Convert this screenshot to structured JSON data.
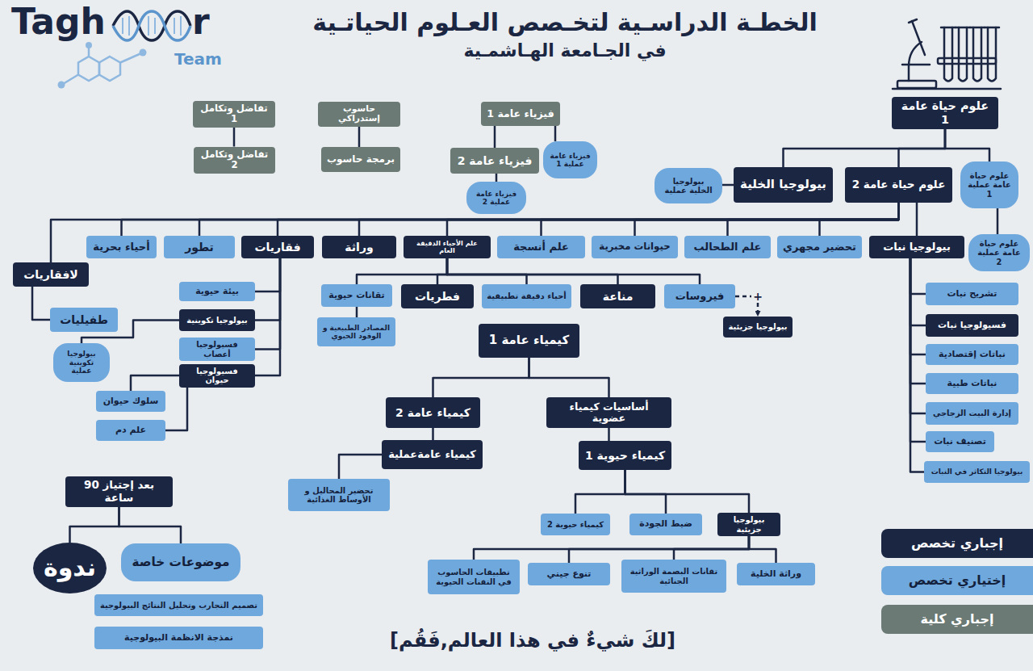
{
  "diagram": {
    "title": "الخطـة الدراسـية لتخـصص العـلوم الحياتـية",
    "caption": "[لكَ شيءٌ في هذا العالم,فَقُم]",
    "nodes": [
      {
        "text": [
          "علوم حياة عامة 1"
        ]
      },
      {
        "text": [
          "علوم حياة عامة 2"
        ]
      },
      {
        "text": [
          "علوم حياة عامة عملية 1"
        ]
      },
      {
        "text": [
          "بيولوجيا الخلية"
        ]
      },
      {
        "text": [
          "بيولوجيا الخلية عملية"
        ]
      },
      {
        "text": [
          "بيولوجيا نبات"
        ]
      },
      {
        "text": [
          "علوم حياة عامة عملية 2"
        ]
      },
      {
        "text": [
          "تحضير مجهري"
        ]
      },
      {
        "text": [
          "علم الطحالب"
        ]
      },
      {
        "text": [
          "حيوانات مخبرية"
        ]
      },
      {
        "text": [
          "علم أنسجة"
        ]
      },
      {
        "text": [
          "علم الأحياء الدقيقة العام"
        ]
      },
      {
        "text": [
          "وراثة"
        ]
      },
      {
        "text": [
          "فقاريات"
        ]
      },
      {
        "text": [
          "تطور"
        ]
      },
      {
        "text": [
          "أحياء بحرية"
        ]
      },
      {
        "text": [
          "لافقاريات"
        ]
      },
      {
        "text": [
          "طفيليات"
        ]
      },
      {
        "text": [
          "بيئة حيوية"
        ]
      },
      {
        "text": [
          "بيولوجيا تكوينية"
        ]
      },
      {
        "text": [
          "فسيولوجيا أعصاب"
        ]
      },
      {
        "text": [
          "فسيولوجيا حيوان"
        ]
      },
      {
        "text": [
          "بيولوجيا تكوينية عملية"
        ]
      },
      {
        "text": [
          "سلوك حيوان"
        ]
      },
      {
        "text": [
          "علم دم"
        ]
      },
      {
        "text": [
          "تقانات حيوية"
        ]
      },
      {
        "text": [
          "المصادر الطبيعية و الوقود الحيوي"
        ]
      },
      {
        "text": [
          "فطريات"
        ]
      },
      {
        "text": [
          "أحياء دقيقة تطبيقية"
        ]
      },
      {
        "text": [
          "مناعة"
        ]
      },
      {
        "text": [
          "فيروسات"
        ]
      },
      {
        "text": [
          "بيولوجيا جزيئية"
        ]
      },
      {
        "text": [
          "كيمياء عامة 1"
        ]
      },
      {
        "text": [
          "كيمياء عامة 2"
        ]
      },
      {
        "text": [
          "أساسيات كيمياء عضوية"
        ]
      },
      {
        "text": [
          "كيمياء عامةعملية"
        ]
      },
      {
        "text": [
          "تحضير المحاليل و الأوساط الغذائية"
        ]
      },
      {
        "text": [
          "كيمياء حيوية 1"
        ]
      },
      {
        "text": [
          "بيولوجيا جزيئية"
        ]
      },
      {
        "text": [
          "ضبط الجودة"
        ]
      },
      {
        "text": [
          "كيمياء حيوية 2"
        ]
      },
      {
        "text": [
          "وراثة الخلية"
        ]
      },
      {
        "text": [
          "تقانات البصمة الوراثية الجنائية"
        ]
      },
      {
        "text": [
          "تنوع جيني"
        ]
      },
      {
        "text": [
          "تطبيقات الحاسوب في التقنات الحيوية"
        ]
      },
      {
        "text": [
          "تشريح نبات"
        ]
      },
      {
        "text": [
          "فسيولوجيا نبات"
        ]
      },
      {
        "text": [
          "نباتات إقتصادية"
        ]
      },
      {
        "text": [
          "نباتات طبية"
        ]
      },
      {
        "text": [
          "إدارة البيت الزجاجي"
        ]
      },
      {
        "text": [
          "تصنيف نبات"
        ]
      },
      {
        "text": [
          "بيولوجيا التكاثر في النبات"
        ]
      },
      {
        "text": [
          "فيزياء عامة 1"
        ]
      },
      {
        "text": [
          "فيزياء عامة 2"
        ]
      },
      {
        "text": [
          "فيزياء عامة عملية 1"
        ]
      },
      {
        "text": [
          "فيزياء عامة عملية 2"
        ]
      },
      {
        "text": [
          "حاسوب إستدراكي"
        ]
      },
      {
        "text": [
          "برمجة حاسوب"
        ]
      },
      {
        "text": [
          "تفاضل وتكامل 1"
        ]
      },
      {
        "text": [
          "تفاضل وتكامل 2"
        ]
      },
      {
        "text": [
          "بعد إجتياز 90 ساعة"
        ]
      },
      {
        "text": [
          "ندوة"
        ]
      },
      {
        "text": [
          "موضوعات خاصة"
        ]
      },
      {
        "text": [
          "تصميم التجارب وتحليل النتائج البيولوجية"
        ]
      },
      {
        "text": [
          "نمذجة الانظمة البيولوجية"
        ]
      }
    ],
    "edges": [
      {
        "from": 0,
        "to": 1,
        "arrow": "none"
      },
      {
        "from": 0,
        "to": 3,
        "arrow": "none"
      },
      {
        "from": 0,
        "to": 2,
        "arrow": "none"
      },
      {
        "from": 3,
        "to": 4,
        "arrow": "none"
      },
      {
        "from": 2,
        "to": 6,
        "arrow": "none"
      },
      {
        "from": 1,
        "to": 5,
        "arrow": "none"
      },
      {
        "from": 1,
        "to": 7,
        "arrow": "none"
      },
      {
        "from": 1,
        "to": 8,
        "arrow": "none"
      },
      {
        "from": 1,
        "to": 9,
        "arrow": "none"
      },
      {
        "from": 1,
        "to": 10,
        "arrow": "none"
      },
      {
        "from": 1,
        "to": 11,
        "arrow": "none"
      },
      {
        "from": 1,
        "to": 12,
        "arrow": "none"
      },
      {
        "from": 1,
        "to": 13,
        "arrow": "none"
      },
      {
        "from": 1,
        "to": 14,
        "arrow": "none"
      },
      {
        "from": 1,
        "to": 15,
        "arrow": "none"
      },
      {
        "from": 1,
        "to": 16,
        "arrow": "none"
      },
      {
        "from": 5,
        "to": 45,
        "arrow": "none"
      },
      {
        "from": 5,
        "to": 46,
        "arrow": "none"
      },
      {
        "from": 5,
        "to": 47,
        "arrow": "none"
      },
      {
        "from": 5,
        "to": 48,
        "arrow": "none"
      },
      {
        "from": 5,
        "to": 49,
        "arrow": "none"
      },
      {
        "from": 5,
        "to": 50,
        "arrow": "none"
      },
      {
        "from": 5,
        "to": 51,
        "arrow": "none"
      },
      {
        "from": 13,
        "to": 18,
        "arrow": "none"
      },
      {
        "from": 13,
        "to": 19,
        "arrow": "none"
      },
      {
        "from": 13,
        "to": 20,
        "arrow": "none"
      },
      {
        "from": 13,
        "to": 21,
        "arrow": "none"
      },
      {
        "from": 16,
        "to": 17,
        "arrow": "none"
      },
      {
        "from": 19,
        "to": 22,
        "arrow": "none"
      },
      {
        "from": 21,
        "to": 23,
        "arrow": "none"
      },
      {
        "from": 21,
        "to": 24,
        "arrow": "none"
      },
      {
        "from": 11,
        "to": 25,
        "arrow": "none"
      },
      {
        "from": 11,
        "to": 27,
        "arrow": "none"
      },
      {
        "from": 11,
        "to": 28,
        "arrow": "none"
      },
      {
        "from": 11,
        "to": 29,
        "arrow": "none"
      },
      {
        "from": 11,
        "to": 30,
        "arrow": "none"
      },
      {
        "from": 25,
        "to": 26,
        "arrow": "none"
      },
      {
        "from": 30,
        "to": 31,
        "label": "+",
        "arrow": "to"
      },
      {
        "from": 32,
        "to": 33,
        "arrow": "none"
      },
      {
        "from": 32,
        "to": 34,
        "arrow": "none"
      },
      {
        "from": 33,
        "to": 35,
        "arrow": "none"
      },
      {
        "from": 35,
        "to": 36,
        "arrow": "none"
      },
      {
        "from": 34,
        "to": 37,
        "arrow": "none"
      },
      {
        "from": 37,
        "to": 38,
        "arrow": "none"
      },
      {
        "from": 37,
        "to": 39,
        "arrow": "none"
      },
      {
        "from": 37,
        "to": 40,
        "arrow": "none"
      },
      {
        "from": 38,
        "to": 41,
        "arrow": "none"
      },
      {
        "from": 38,
        "to": 42,
        "arrow": "none"
      },
      {
        "from": 38,
        "to": 43,
        "arrow": "none"
      },
      {
        "from": 38,
        "to": 44,
        "arrow": "none"
      },
      {
        "from": 52,
        "to": 53,
        "arrow": "none"
      },
      {
        "from": 52,
        "to": 54,
        "arrow": "none"
      },
      {
        "from": 53,
        "to": 55,
        "arrow": "none"
      },
      {
        "from": 56,
        "to": 57,
        "arrow": "none"
      },
      {
        "from": 58,
        "to": 59,
        "arrow": "none"
      },
      {
        "from": 60,
        "to": 61,
        "arrow": "none"
      },
      {
        "from": 60,
        "to": 62,
        "arrow": "none"
      }
    ],
    "labels": [
      "في الجـامعة الهـاشمـية",
      "Tagh",
      "r",
      "Team"
    ],
    "legend": [
      {
        "text": "إجباري تخصص",
        "color": "#1b2642"
      },
      {
        "text": "إختياري تخصص",
        "color": "#6fa8dc"
      },
      {
        "text": "إجباري كلية",
        "color": "#6b7a74"
      }
    ]
  }
}
